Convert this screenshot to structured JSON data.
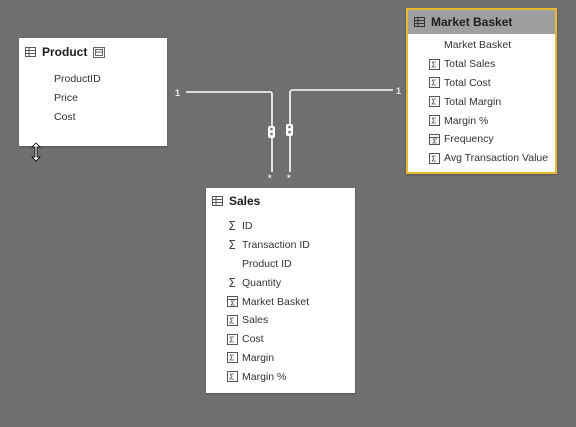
{
  "tables": {
    "product": {
      "title": "Product",
      "fields": [
        {
          "label": "ProductID",
          "icon": "none"
        },
        {
          "label": "Price",
          "icon": "none"
        },
        {
          "label": "Cost",
          "icon": "none"
        }
      ]
    },
    "market_basket": {
      "title": "Market Basket",
      "fields": [
        {
          "label": "Market Basket",
          "icon": "none"
        },
        {
          "label": "Total Sales",
          "icon": "measure-icon"
        },
        {
          "label": "Total Cost",
          "icon": "measure-icon"
        },
        {
          "label": "Total Margin",
          "icon": "measure-icon"
        },
        {
          "label": "Margin %",
          "icon": "measure-icon"
        },
        {
          "label": "Frequency",
          "icon": "calc-column-icon"
        },
        {
          "label": "Avg Transaction Value",
          "icon": "measure-icon"
        }
      ]
    },
    "sales": {
      "title": "Sales",
      "fields": [
        {
          "label": "ID",
          "icon": "sigma-icon"
        },
        {
          "label": "Transaction ID",
          "icon": "sigma-icon"
        },
        {
          "label": "Product ID",
          "icon": "none"
        },
        {
          "label": "Quantity",
          "icon": "sigma-icon"
        },
        {
          "label": "Market Basket",
          "icon": "calc-column-icon"
        },
        {
          "label": "Sales",
          "icon": "measure-icon"
        },
        {
          "label": "Cost",
          "icon": "measure-icon"
        },
        {
          "label": "Margin",
          "icon": "measure-icon"
        },
        {
          "label": "Margin %",
          "icon": "measure-icon"
        }
      ]
    }
  },
  "relationships": {
    "product_sales": {
      "from_card": "1",
      "to_card": "*"
    },
    "market_sales": {
      "from_card": "1",
      "to_card": "*"
    }
  },
  "colors": {
    "canvas": "#6f6f6f",
    "selected_border": "#e8b92c",
    "selected_header": "#9f9f9f"
  }
}
